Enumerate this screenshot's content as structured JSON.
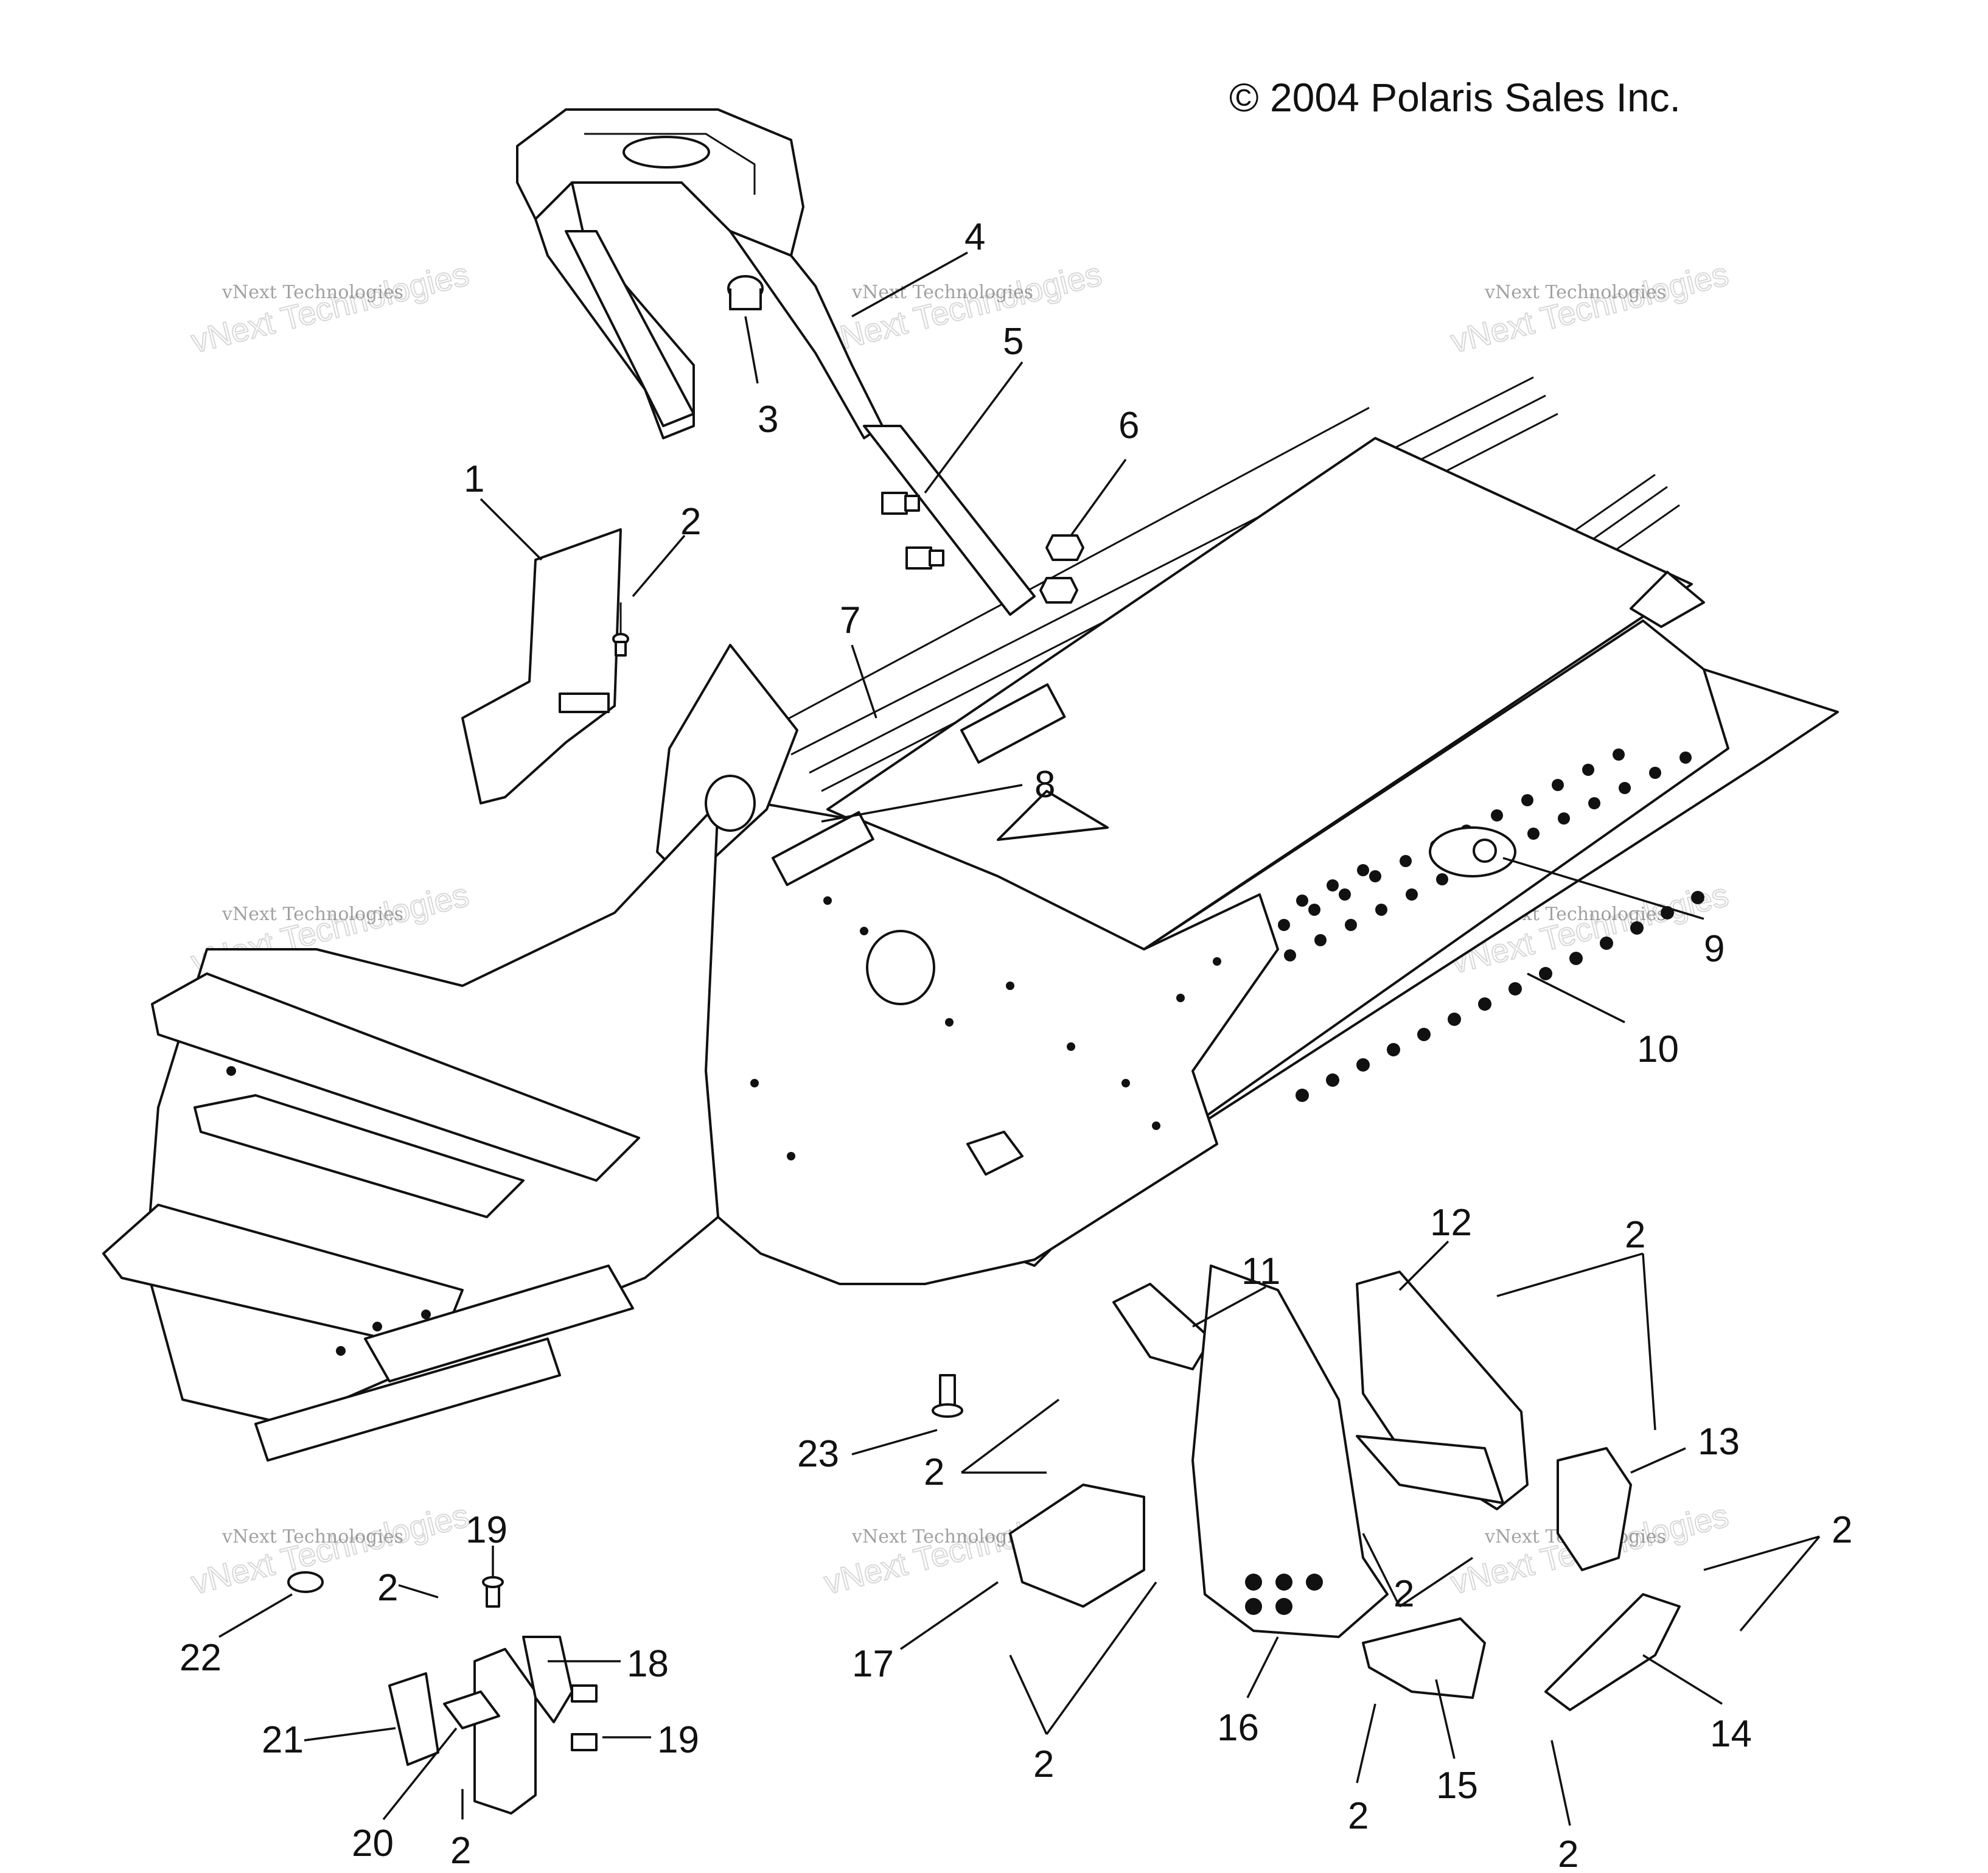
{
  "copyright": "© 2004 Polaris Sales Inc.",
  "watermark": {
    "line1": "vNext Technologies",
    "line2": "vNext Technologies"
  },
  "callouts": [
    {
      "id": "c1",
      "label": "1"
    },
    {
      "id": "c2a",
      "label": "2"
    },
    {
      "id": "c3",
      "label": "3"
    },
    {
      "id": "c4",
      "label": "4"
    },
    {
      "id": "c5",
      "label": "5"
    },
    {
      "id": "c6",
      "label": "6"
    },
    {
      "id": "c7",
      "label": "7"
    },
    {
      "id": "c8",
      "label": "8"
    },
    {
      "id": "c9",
      "label": "9"
    },
    {
      "id": "c10",
      "label": "10"
    },
    {
      "id": "c11",
      "label": "11"
    },
    {
      "id": "c12",
      "label": "12"
    },
    {
      "id": "c2b",
      "label": "2"
    },
    {
      "id": "c13",
      "label": "13"
    },
    {
      "id": "c2c",
      "label": "2"
    },
    {
      "id": "c14",
      "label": "14"
    },
    {
      "id": "c2d",
      "label": "2"
    },
    {
      "id": "c15",
      "label": "15"
    },
    {
      "id": "c2e",
      "label": "2"
    },
    {
      "id": "c16",
      "label": "16"
    },
    {
      "id": "c2f",
      "label": "2"
    },
    {
      "id": "c2g",
      "label": "2"
    },
    {
      "id": "c17",
      "label": "17"
    },
    {
      "id": "c2h",
      "label": "2"
    },
    {
      "id": "c23",
      "label": "23"
    },
    {
      "id": "c19a",
      "label": "19"
    },
    {
      "id": "c2i",
      "label": "2"
    },
    {
      "id": "c22",
      "label": "22"
    },
    {
      "id": "c18",
      "label": "18"
    },
    {
      "id": "c21",
      "label": "21"
    },
    {
      "id": "c19b",
      "label": "19"
    },
    {
      "id": "c20",
      "label": "20"
    },
    {
      "id": "c2j",
      "label": "2"
    }
  ]
}
